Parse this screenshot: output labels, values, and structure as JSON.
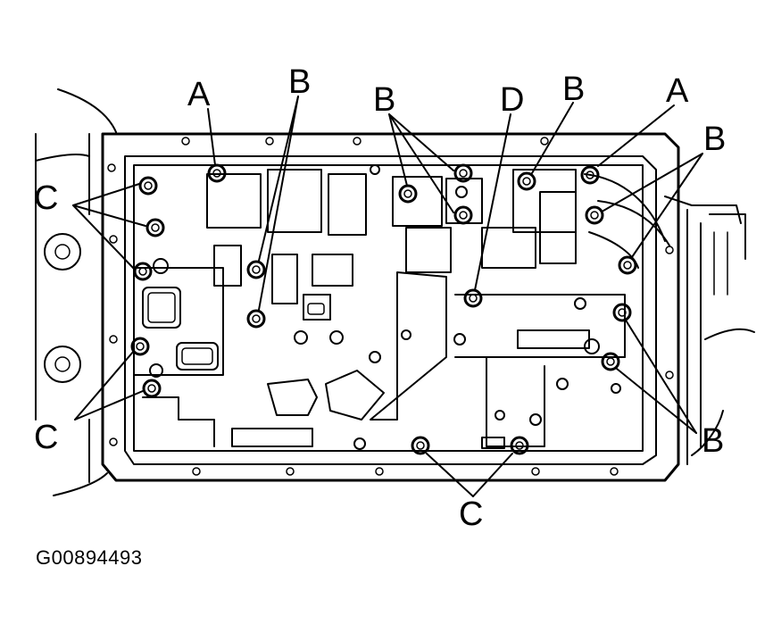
{
  "figure": {
    "id": "G00894493",
    "labels": {
      "A": "A",
      "B": "B",
      "C": "C",
      "D": "D"
    }
  }
}
